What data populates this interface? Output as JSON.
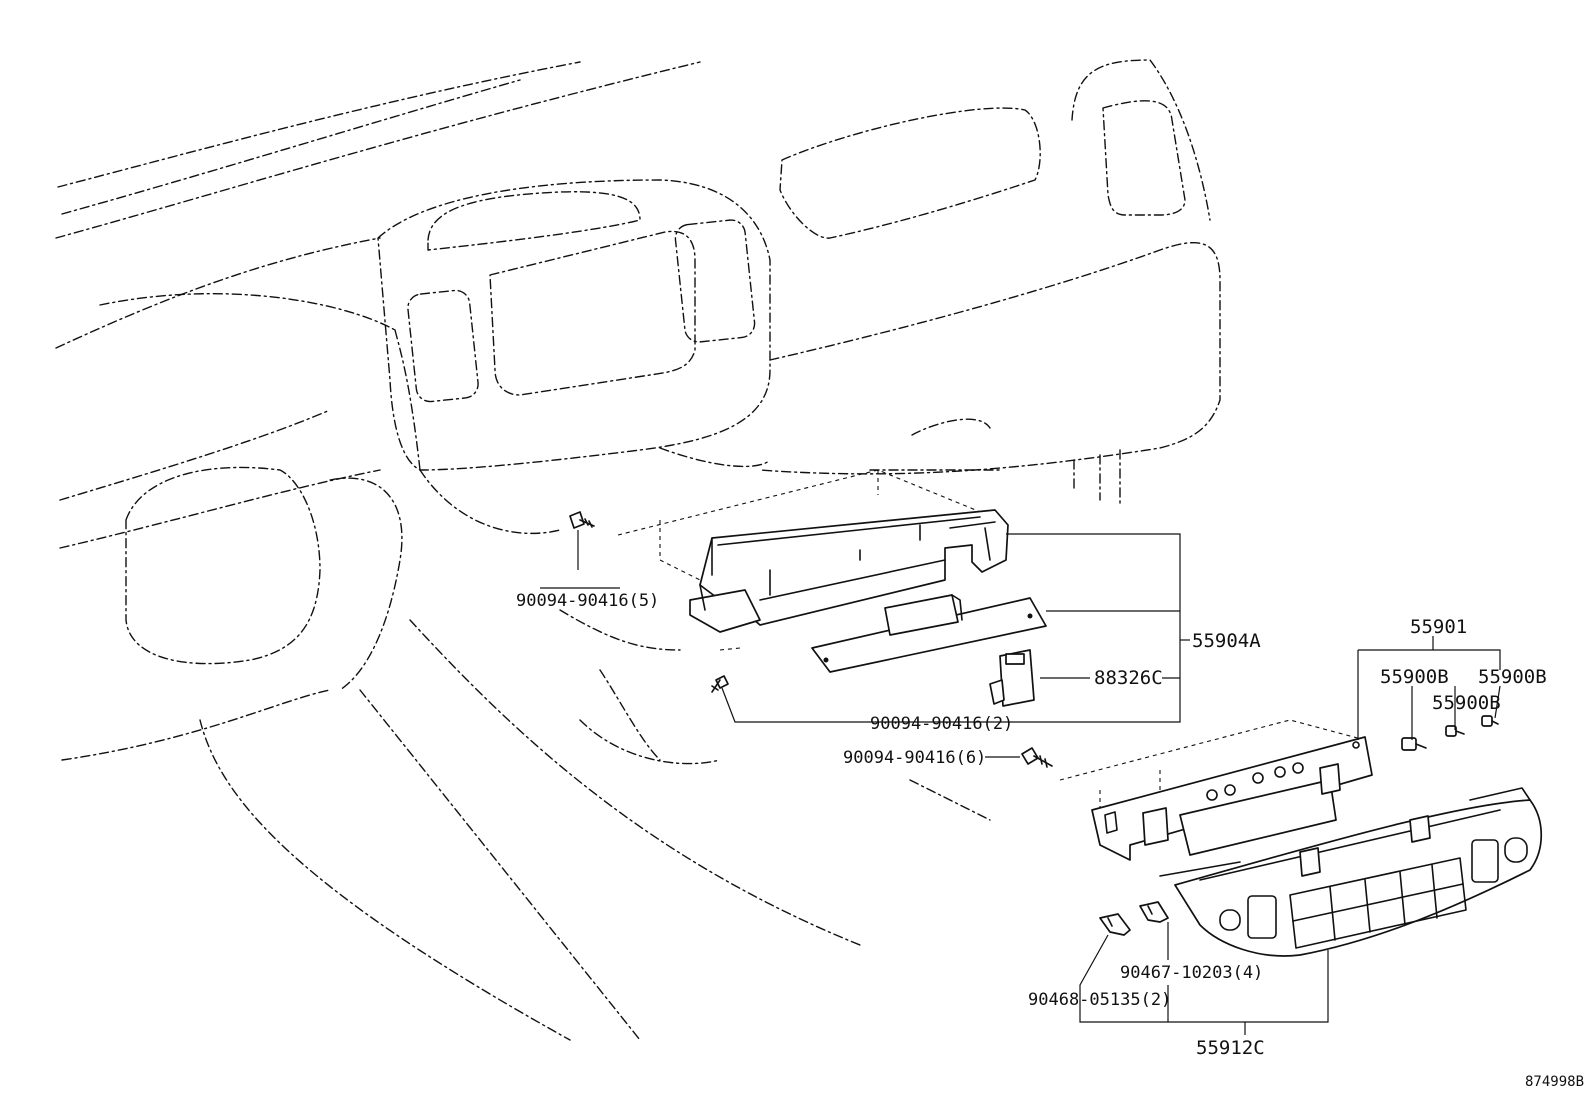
{
  "labels": {
    "p_90094_5": "90094-90416(5)",
    "p_55904A": "55904A",
    "p_88326C": "88326C",
    "p_90094_2": "90094-90416(2)",
    "p_90094_6": "90094-90416(6)",
    "p_55901": "55901",
    "p_55900B_1": "55900B",
    "p_55900B_2": "55900B",
    "p_55900B_3": "55900B",
    "p_90467": "90467-10203(4)",
    "p_90468": "90468-05135(2)",
    "p_55912C": "55912C",
    "figure_id": "874998B"
  },
  "icons": {
    "screw": "screw-icon",
    "bulb": "bulb-icon",
    "clip": "clip-icon"
  }
}
